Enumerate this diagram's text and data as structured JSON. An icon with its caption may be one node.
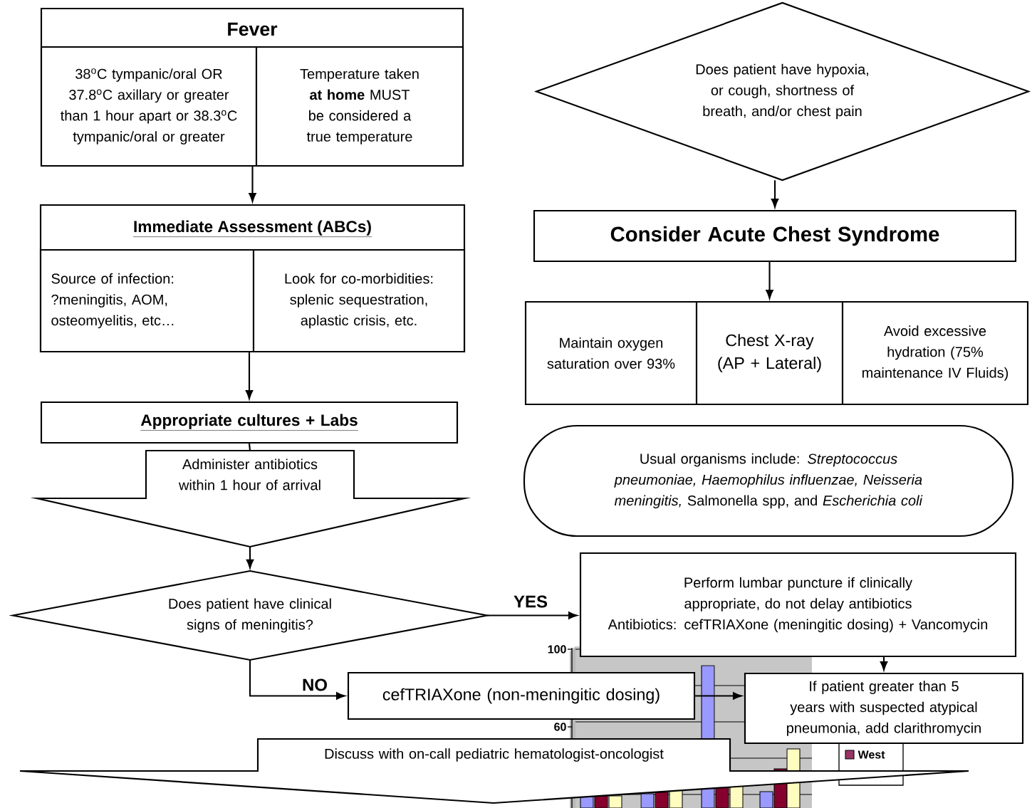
{
  "diagram": {
    "nodes": [
      {
        "text": [
          "Fever"
        ]
      },
      {
        "text": [
          "38$^{o}$C tympanic/oral OR 37.8$^{o}$C axillary or greater than 1 hour apart or 38.3$^{o}$C tympanic/oral or greater"
        ],
        "in": 0
      },
      {
        "text": [
          "Temperature taken **at home** MUST be considered a true temperature"
        ],
        "in": 0
      },
      {
        "text": [
          "Immediate Assessment (ABCs)"
        ]
      },
      {
        "text": [
          "Source of infection: ?meningitis, AOM, osteomyelitis, etc…"
        ],
        "in": 3
      },
      {
        "text": [
          "Look for co-morbidities: splenic sequestration, aplastic crisis, etc."
        ],
        "in": 3
      },
      {
        "text": [
          "Appropriate cultures + Labs"
        ]
      },
      {
        "text": [
          "Administer antibiotics within 1 hour of arrival"
        ]
      },
      {
        "text": [
          "Does patient have clinical signs of meningitis?"
        ]
      },
      {
        "text": [
          "Perform lumbar puncture if clinically appropriate, do not delay antibiotics",
          "Antibiotics: cefTRIAXone (meningitic dosing) + Vancomycin"
        ]
      },
      {
        "text": [
          "cefTRIAXone (non-meningitic dosing)"
        ]
      },
      {
        "text": [
          "If patient greater than 5 years with suspected atypical pneumonia, add clarithromycin"
        ]
      },
      {
        "text": [
          "Discuss with on-call pediatric hematologist-oncologist"
        ]
      },
      {
        "text": [
          "Does patient have hypoxia, or cough, shortness of breath, and/or chest pain"
        ]
      },
      {
        "text": [
          "Consider Acute Chest Syndrome"
        ]
      },
      {
        "text": [
          "Maintain oxygen saturation over 93%"
        ]
      },
      {
        "text": [
          "Chest X-ray (AP + Lateral)"
        ]
      },
      {
        "text": [
          "Avoid excessive hydration (75% maintenance IV Fluids)"
        ]
      },
      {
        "text": [
          "Usual organisms include: *Streptococcus pneumoniae, Haemophilus influenzae, Neisseria meningitis,* Salmonella spp, and *Escherichia coli*"
        ]
      }
    ],
    "edges": [
      {
        "from": 0,
        "to": 3,
        "arrow": "to"
      },
      {
        "from": 3,
        "to": 6,
        "arrow": "to"
      },
      {
        "from": 6,
        "to": 7,
        "arrow": "none"
      },
      {
        "from": 7,
        "to": 8,
        "arrow": "to"
      },
      {
        "from": 8,
        "to": 9,
        "arrow": "to",
        "label": "YES"
      },
      {
        "from": 8,
        "to": 10,
        "arrow": "to",
        "label": "NO"
      },
      {
        "from": 10,
        "to": 11,
        "arrow": "to"
      },
      {
        "from": 9,
        "to": 11,
        "arrow": "to"
      },
      {
        "from": 13,
        "to": 14,
        "arrow": "to"
      },
      {
        "from": 14,
        "to": 16,
        "arrow": "to"
      }
    ],
    "labels": [
      "100",
      "60"
    ],
    "legend": [
      {
        "text": "West",
        "color": "#993366"
      }
    ]
  }
}
